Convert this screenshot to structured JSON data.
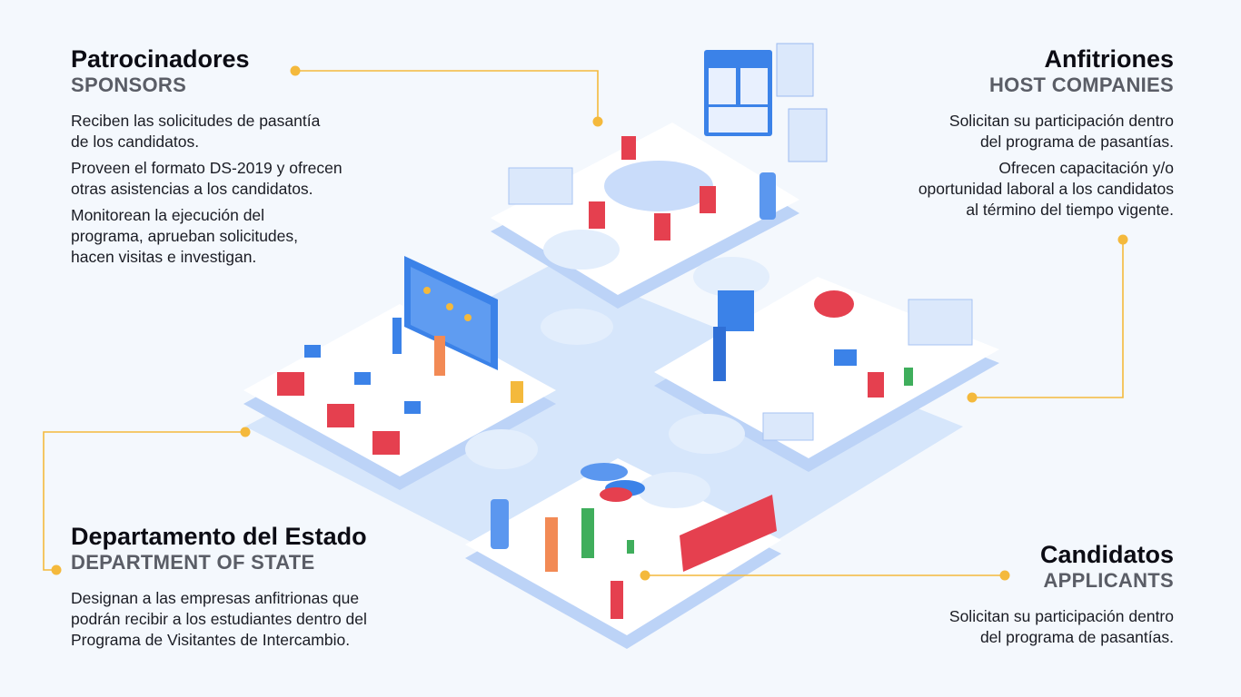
{
  "sections": {
    "sponsors": {
      "title": "Patrocinadores",
      "subtitle": "SPONSORS",
      "paragraphs": [
        [
          "Reciben las solicitudes de pasantía",
          "de los candidatos."
        ],
        [
          "Proveen el formato DS-2019 y ofrecen",
          "otras asistencias a los candidatos."
        ],
        [
          "Monitorean la ejecución del",
          "programa, aprueban solicitudes,",
          "hacen visitas e investigan."
        ]
      ]
    },
    "hosts": {
      "title": "Anfitriones",
      "subtitle": "HOST COMPANIES",
      "paragraphs": [
        [
          "Solicitan su participación dentro",
          "del programa de pasantías."
        ],
        [
          "Ofrecen capacitación y/o",
          "oportunidad laboral a los candidatos",
          "al término del tiempo vigente."
        ]
      ]
    },
    "state": {
      "title": "Departamento del Estado",
      "subtitle": "DEPARTMENT OF STATE",
      "paragraphs": [
        [
          "Designan a las empresas anfitrionas que",
          "podrán recibir a los estudiantes dentro del",
          "Programa de Visitantes de Intercambio."
        ]
      ]
    },
    "applicants": {
      "title": "Candidatos",
      "subtitle": "APPLICANTS",
      "paragraphs": [
        [
          "Solicitan su participación dentro",
          "del programa de pasantías."
        ]
      ]
    }
  },
  "colors": {
    "accent": "#f4b93c",
    "platform_top": "#ffffff",
    "platform_side": "#bcd3f7",
    "shadow": "#d6e6fb",
    "chair_red": "#e5404f",
    "brand_blue": "#3b82e8"
  }
}
